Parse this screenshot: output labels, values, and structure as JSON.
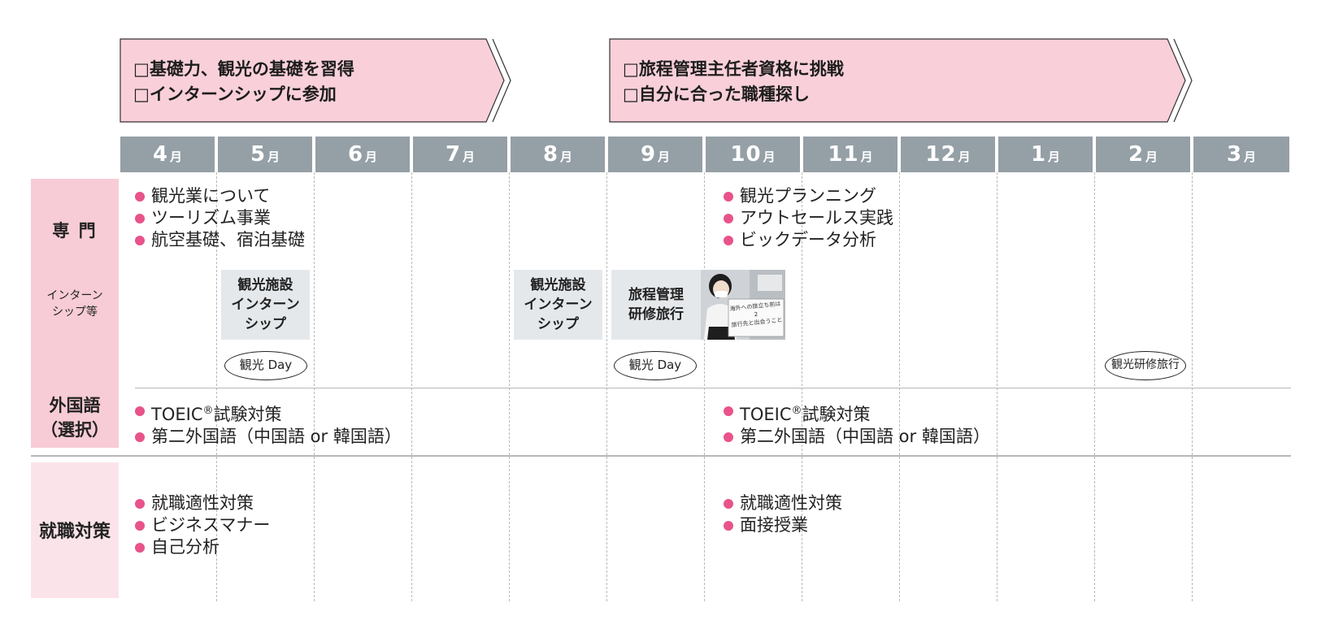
{
  "banners": [
    {
      "lines": [
        "□基礎力、観光の基礎を習得",
        "□インターンシップに参加"
      ]
    },
    {
      "lines": [
        "□旅程管理主任者資格に挑戦",
        "□自分に合った職種探し"
      ]
    }
  ],
  "months": [
    {
      "num": "4",
      "unit": "月"
    },
    {
      "num": "5",
      "unit": "月"
    },
    {
      "num": "6",
      "unit": "月"
    },
    {
      "num": "7",
      "unit": "月"
    },
    {
      "num": "8",
      "unit": "月"
    },
    {
      "num": "9",
      "unit": "月"
    },
    {
      "num": "10",
      "unit": "月"
    },
    {
      "num": "11",
      "unit": "月"
    },
    {
      "num": "12",
      "unit": "月"
    },
    {
      "num": "1",
      "unit": "月"
    },
    {
      "num": "2",
      "unit": "月"
    },
    {
      "num": "3",
      "unit": "月"
    }
  ],
  "categories": {
    "senmon": "専 門",
    "intern": [
      "インターン",
      "シップ等"
    ],
    "gaikokugo": [
      "外国語",
      "（選択）"
    ],
    "shushoku": "就職対策"
  },
  "senmon": {
    "first": [
      "観光業について",
      "ツーリズム事業",
      "航空基礎、宿泊基礎"
    ],
    "second": [
      "観光プランニング",
      "アウトセールス実践",
      "ビックデータ分析"
    ]
  },
  "internship": {
    "box1": [
      "観光施設",
      "インターン",
      "シップ"
    ],
    "box2": [
      "観光施設",
      "インターン",
      "シップ"
    ],
    "box3": [
      "旅程管理",
      "研修旅行"
    ],
    "photo_sign": [
      "海外への旅立ち前は",
      "2",
      "旅行先と出会うこと"
    ],
    "oval1": "観光 Day",
    "oval2": "観光 Day",
    "oval3": "観光研修旅行"
  },
  "gaikokugo": {
    "first": {
      "toeic": "TOEIC",
      "reg": "®",
      "toeic_rest": "試験対策",
      "second_lang": "第二外国語（中国語 or 韓国語）"
    },
    "second": {
      "toeic": "TOEIC",
      "reg": "®",
      "toeic_rest": "試験対策",
      "second_lang": "第二外国語（中国語 or 韓国語）"
    }
  },
  "shushoku": {
    "first": [
      "就職適性対策",
      "ビジネスマナー",
      "自己分析"
    ],
    "second": [
      "就職適性対策",
      "面接授業"
    ]
  },
  "colors": {
    "banner_fill": "#f9d0da",
    "month_header": "#959fa6",
    "category_pink": "#f7ccd6",
    "category_light_pink": "#fbe4e9",
    "bullet": "#e8538a",
    "intern_box": "#e5e8eb"
  }
}
